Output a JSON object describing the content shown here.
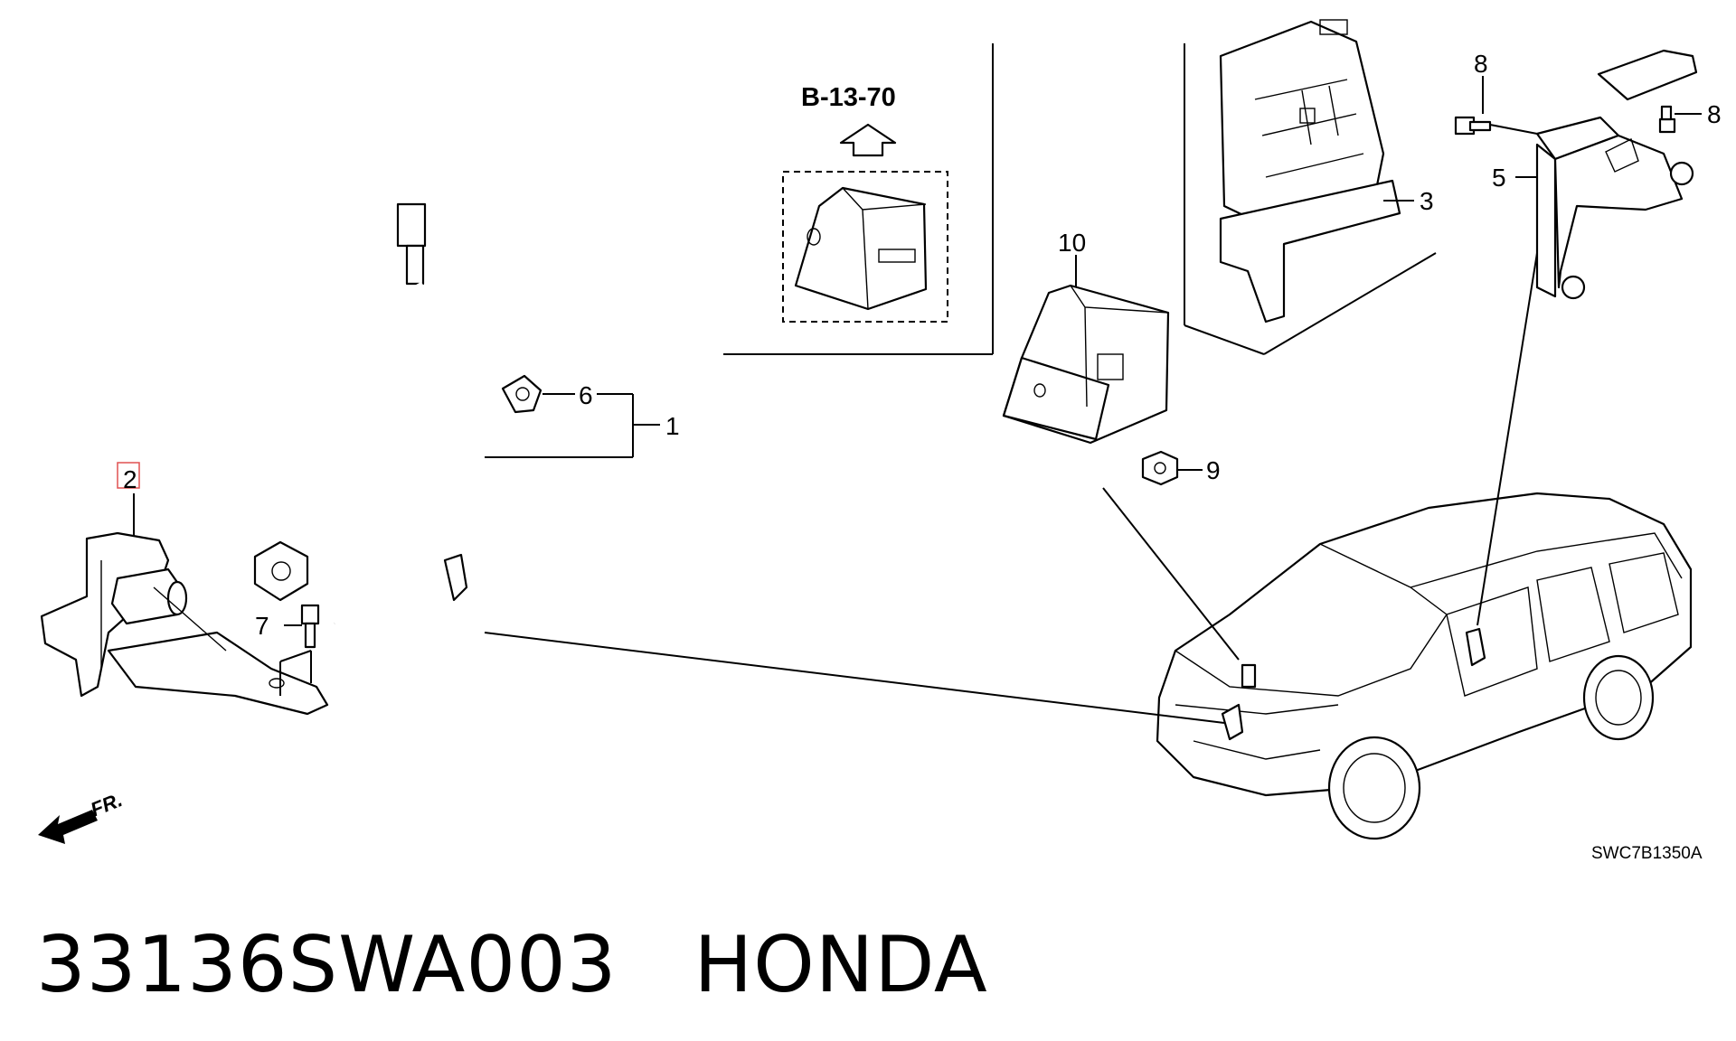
{
  "diagram": {
    "ref_code": "B-13-70",
    "callouts": {
      "c1": "1",
      "c2": "2",
      "c3": "3",
      "c5": "5",
      "c6": "6",
      "c7": "7",
      "c8a": "8",
      "c8b": "8",
      "c9": "9",
      "c10": "10"
    },
    "direction_label": "FR.",
    "figure_code": "SWC7B1350A"
  },
  "caption": {
    "part_number": "33136SWA003",
    "brand": "HONDA",
    "separator": "   "
  },
  "colors": {
    "highlight_box": "#e05050",
    "ink": "#000000",
    "background": "#ffffff"
  }
}
